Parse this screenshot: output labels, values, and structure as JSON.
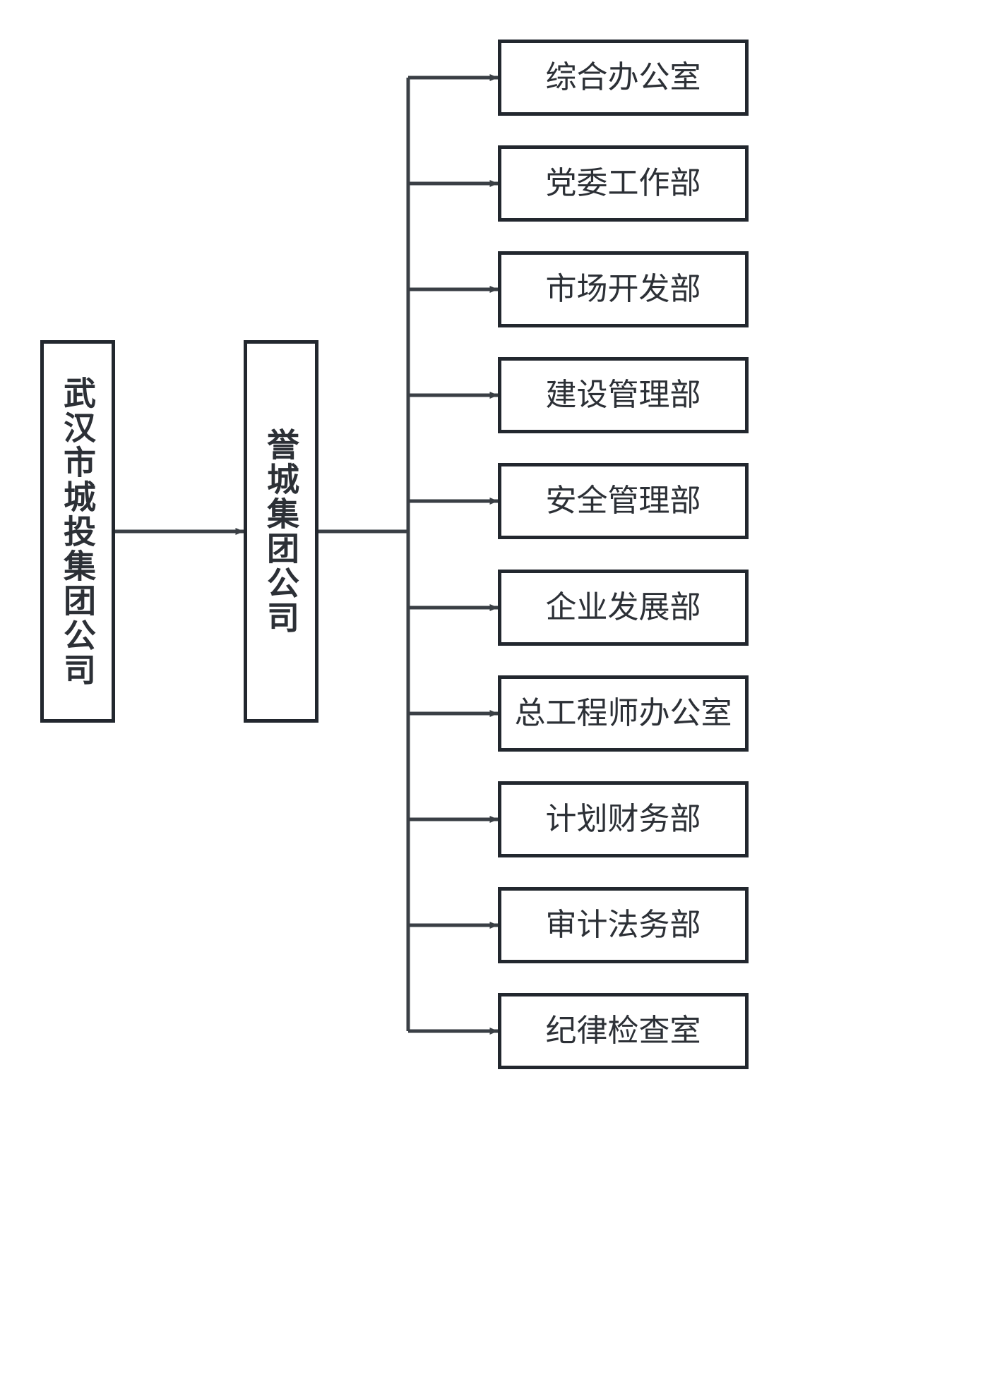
{
  "diagram": {
    "type": "organization-chart",
    "orientation": "left-to-right",
    "background_color": "#ffffff",
    "box_border_color": "#22272e",
    "connector_color": "#3a3f45",
    "text_color": "#2c3036",
    "root": {
      "label": "武汉市城投集团公司",
      "orientation": "vertical"
    },
    "parent": {
      "label": "誉城集团公司",
      "orientation": "vertical"
    },
    "departments": [
      {
        "label": "综合办公室"
      },
      {
        "label": "党委工作部"
      },
      {
        "label": "市场开发部"
      },
      {
        "label": "建设管理部"
      },
      {
        "label": "安全管理部"
      },
      {
        "label": "企业发展部"
      },
      {
        "label": "总工程师办公室"
      },
      {
        "label": "计划财务部"
      },
      {
        "label": "审计法务部"
      },
      {
        "label": "纪律检查室"
      }
    ]
  }
}
